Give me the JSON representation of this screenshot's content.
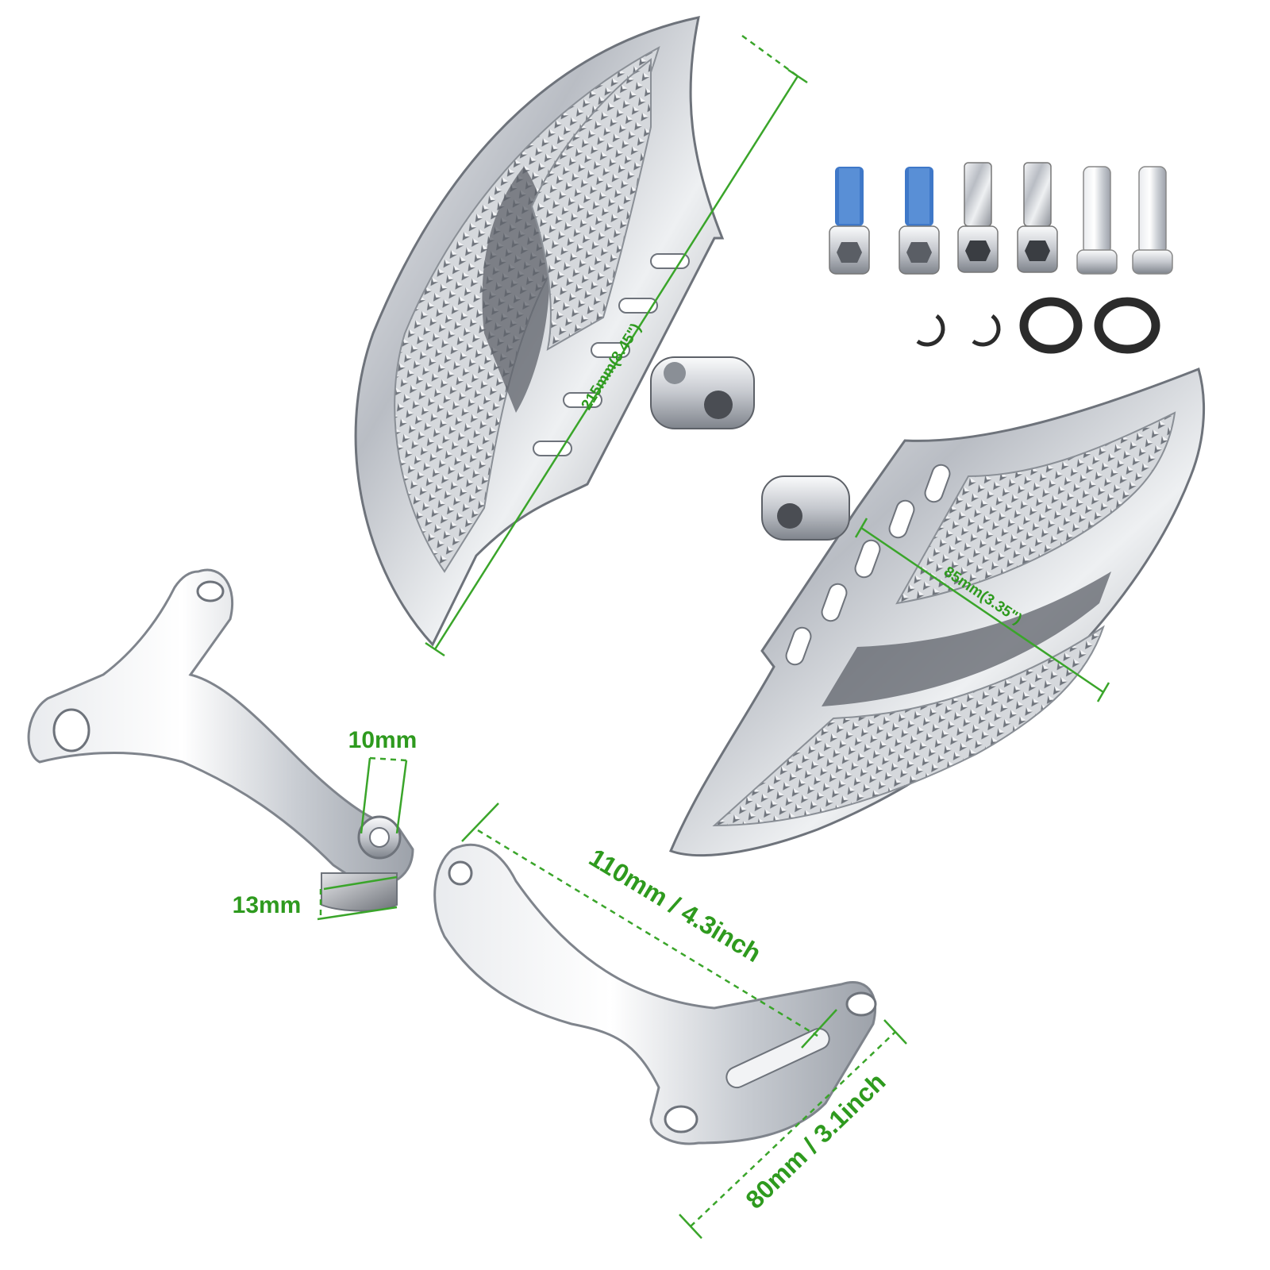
{
  "dimensions": {
    "board_length": "215mm(8.45\")",
    "board_width": "85mm(3.35\")",
    "pin_diameter": "10mm",
    "clevis_gap": "13mm",
    "bracket_length": "110mm / 4.3inch",
    "bracket_width": "80mm / 3.1inch"
  },
  "colors": {
    "dimension_green": "#2e9a1e",
    "chrome": "#c9ccd1",
    "bolt_thread_lock": "#3f78c8",
    "washer": "#2b2b2b"
  }
}
